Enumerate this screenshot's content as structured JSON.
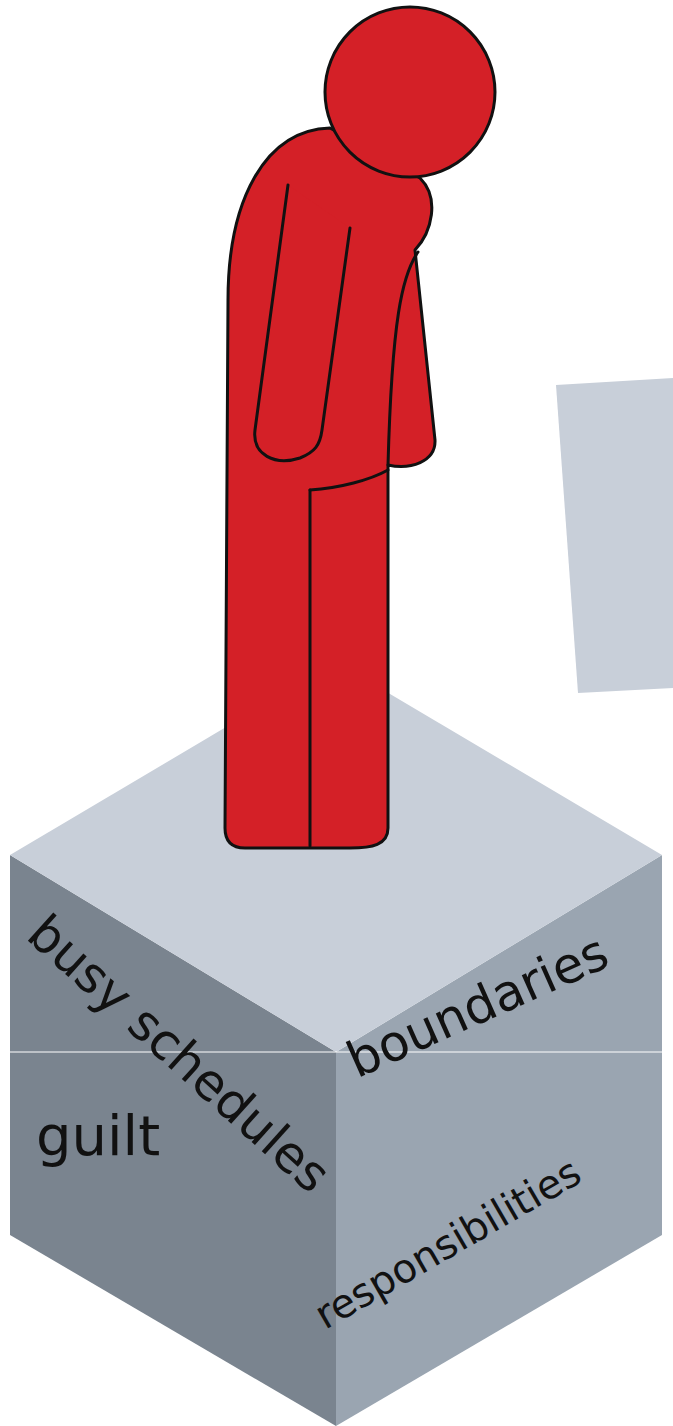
{
  "diagram": {
    "nodes": [
      {
        "text": [
          "busy schedules",
          "guilt",
          "boundaries",
          "responsibilities"
        ]
      }
    ]
  }
}
